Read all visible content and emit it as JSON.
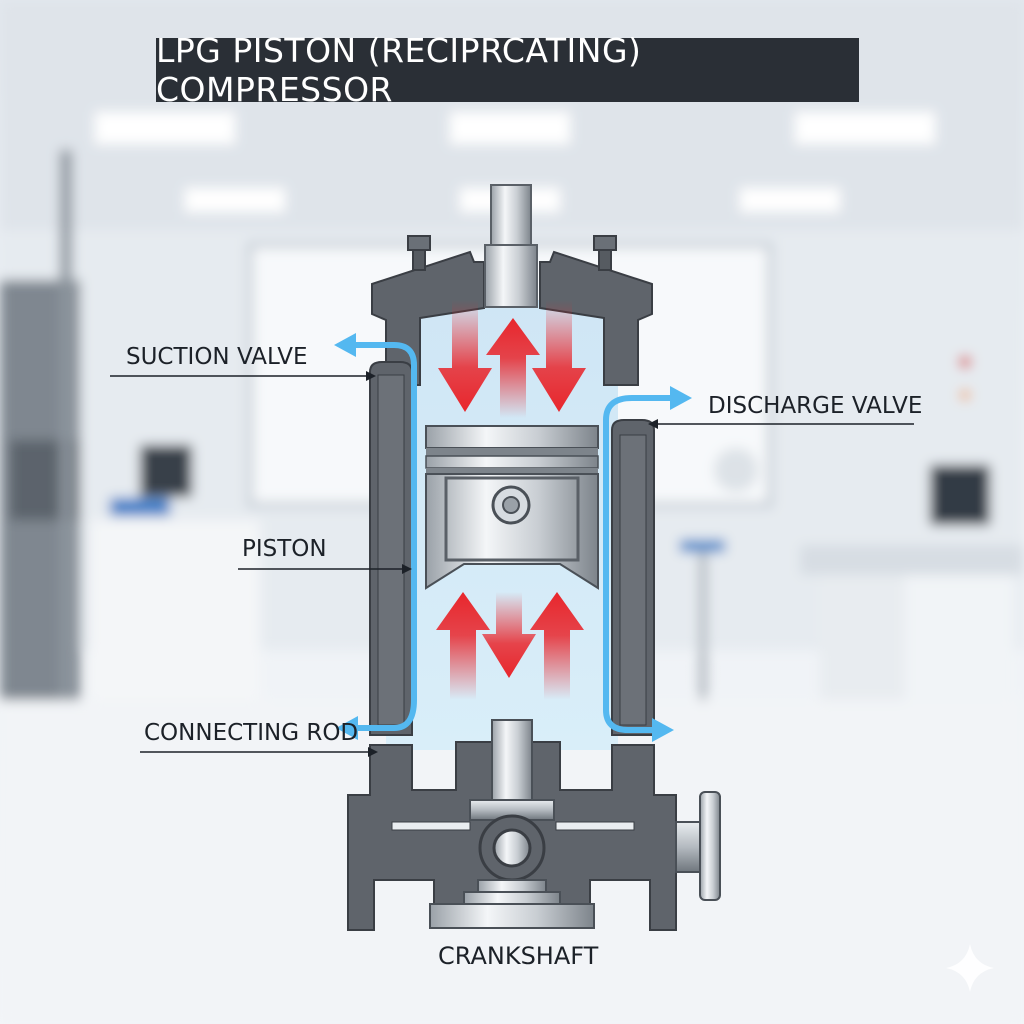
{
  "title": "LPG PISTON (RECIPRCATING) COMPRESSOR",
  "labels": {
    "suction_valve": "SUCTION VALVE",
    "discharge_valve": "DISCHARGE VALVE",
    "piston": "PISTON",
    "connecting_rod": "CONNECTING ROD",
    "crankshaft": "CRANKSHAFT"
  },
  "colors": {
    "casing": "#5f646b",
    "flow": "#54b8f0",
    "compression_arrows": "#e8262c",
    "title_bg": "#2a2f36"
  },
  "icons": [
    "sparkle-icon"
  ]
}
